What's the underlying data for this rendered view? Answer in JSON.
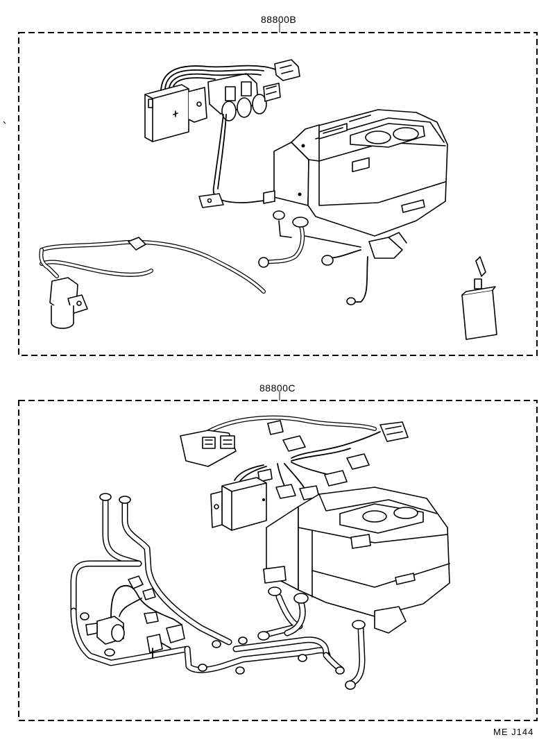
{
  "kits": [
    {
      "part_number": "88800B"
    },
    {
      "part_number": "88800C"
    }
  ],
  "footer": {
    "code": "ME  J144"
  }
}
